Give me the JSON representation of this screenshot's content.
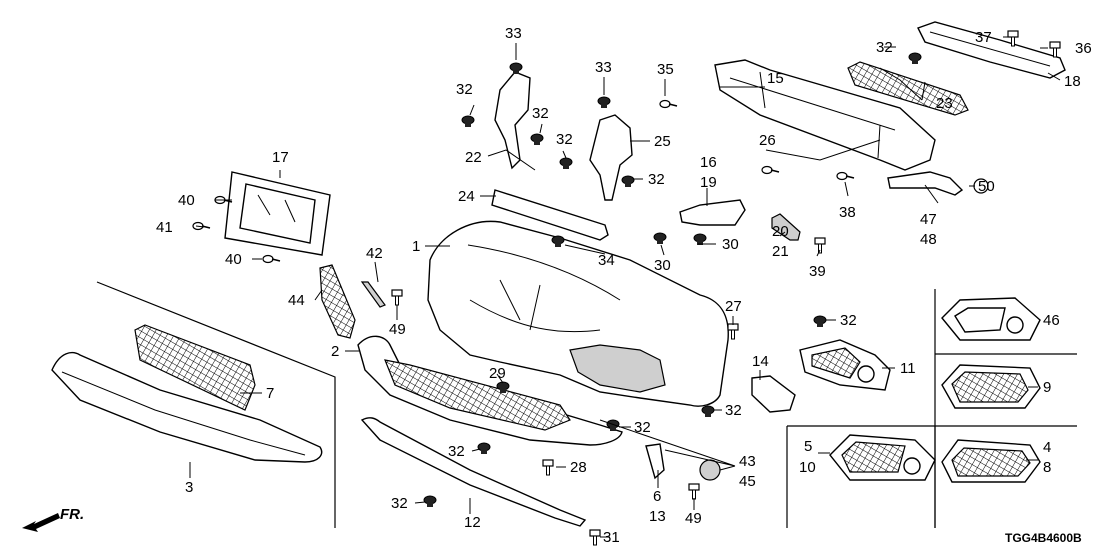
{
  "diagram": {
    "code": "TGG4B4600B",
    "direction_label": "FR.",
    "callouts": {
      "c1": "1",
      "c2": "2",
      "c3": "3",
      "c4": "4",
      "c5": "5",
      "c6": "6",
      "c7": "7",
      "c8": "8",
      "c9": "9",
      "c10": "10",
      "c11": "11",
      "c12": "12",
      "c13": "13",
      "c14": "14",
      "c15": "15",
      "c16": "16",
      "c17": "17",
      "c18": "18",
      "c19": "19",
      "c20": "20",
      "c21": "21",
      "c22": "22",
      "c23": "23",
      "c24": "24",
      "c25": "25",
      "c26": "26",
      "c27": "27",
      "c28": "28",
      "c29": "29",
      "c30": "30",
      "c31": "31",
      "c32": "32",
      "c33": "33",
      "c34": "34",
      "c35": "35",
      "c36": "36",
      "c37": "37",
      "c38": "38",
      "c39": "39",
      "c40": "40",
      "c41": "41",
      "c42": "42",
      "c43": "43",
      "c44": "44",
      "c45": "45",
      "c46": "46",
      "c47": "47",
      "c48": "48",
      "c49": "49",
      "c50": "50"
    }
  }
}
